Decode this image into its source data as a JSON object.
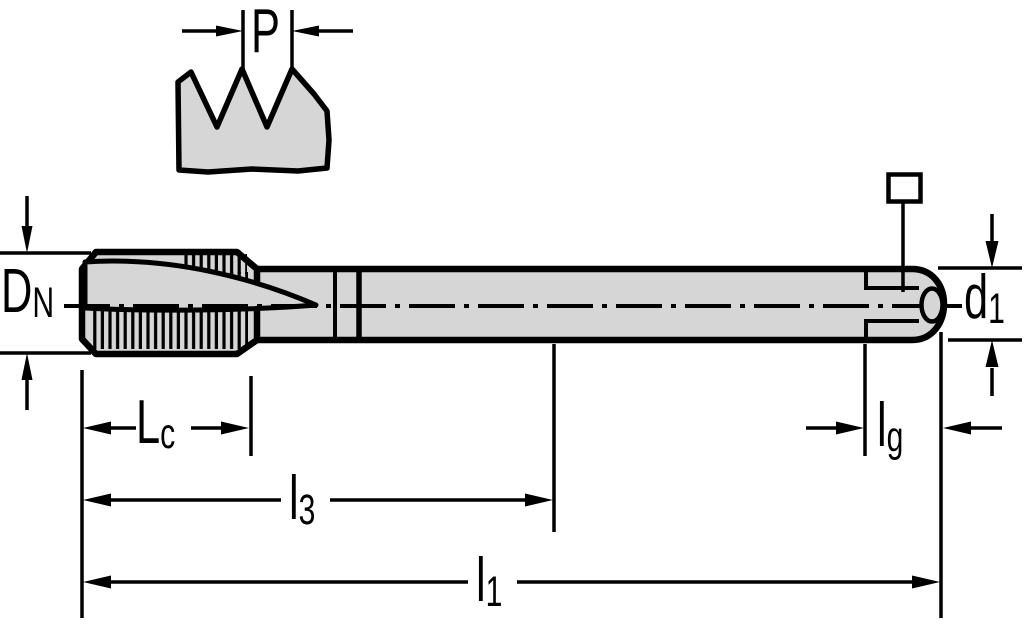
{
  "drawing": {
    "type": "technical-dimension-drawing",
    "subject": "machine-tap-side-view-with-thread-pitch-detail",
    "colors": {
      "background": "#ffffff",
      "body_fill": "#d6d6d6",
      "line": "#000000",
      "symbol_fill": "#ffffff"
    },
    "labels": {
      "pitch": {
        "main": "P",
        "sub": ""
      },
      "nominal_diameter": {
        "main": "D",
        "sub": "N"
      },
      "shank_diameter": {
        "main": "d",
        "sub": "1"
      },
      "chamfer_length": {
        "main": "L",
        "sub": "c"
      },
      "thread_length": {
        "main": "l",
        "sub": "3"
      },
      "overall_length": {
        "main": "l",
        "sub": "1"
      },
      "square_length": {
        "main": "l",
        "sub": "g"
      }
    }
  }
}
